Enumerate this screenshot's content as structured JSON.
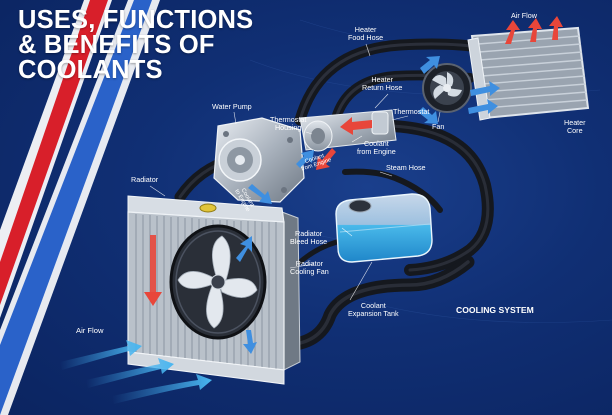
{
  "title": {
    "lines": [
      "USES, FUNCTIONS",
      "& BENEFITS OF",
      "COOLANTS"
    ]
  },
  "system_label": "COOLING SYSTEM",
  "labels": {
    "heater_food_hose": [
      "Heater",
      "Food Hose"
    ],
    "air_flow_top": "Air Flow",
    "heater_return_hose": [
      "Heater",
      "Return Hose"
    ],
    "thermostat": "Thermostat",
    "fan": "Fan",
    "heater_core": [
      "Heater",
      "Core"
    ],
    "water_pump": "Water Pump",
    "thermostat_housing": [
      "Thermostat",
      "Housing"
    ],
    "coolant_from_engine_callout": [
      "Coolant",
      "from Engine"
    ],
    "coolant_from_engine_small": [
      "Coolant",
      "from Engine"
    ],
    "coolant_to_engine_small": [
      "Coolant",
      "to Engine"
    ],
    "radiator": "Radiator",
    "steam_hose": "Steam Hose",
    "radiator_bleed_hose": [
      "Radiator",
      "Bleed Hose"
    ],
    "radiator_cooling_fan": [
      "Radiator",
      "Cooling Fan"
    ],
    "coolant_expansion_tank": [
      "Coolant",
      "Expansion Tank"
    ],
    "air_flow_bottom": "Air Flow"
  },
  "colors": {
    "background": "#102f74",
    "stripe_red": "#d81f2a",
    "stripe_blue": "#2a62c9",
    "hose": "#1a1d24",
    "flow_hot": "#e8463a",
    "flow_cold": "#3f8fe0",
    "tank_liquid": "#48b8ea"
  }
}
